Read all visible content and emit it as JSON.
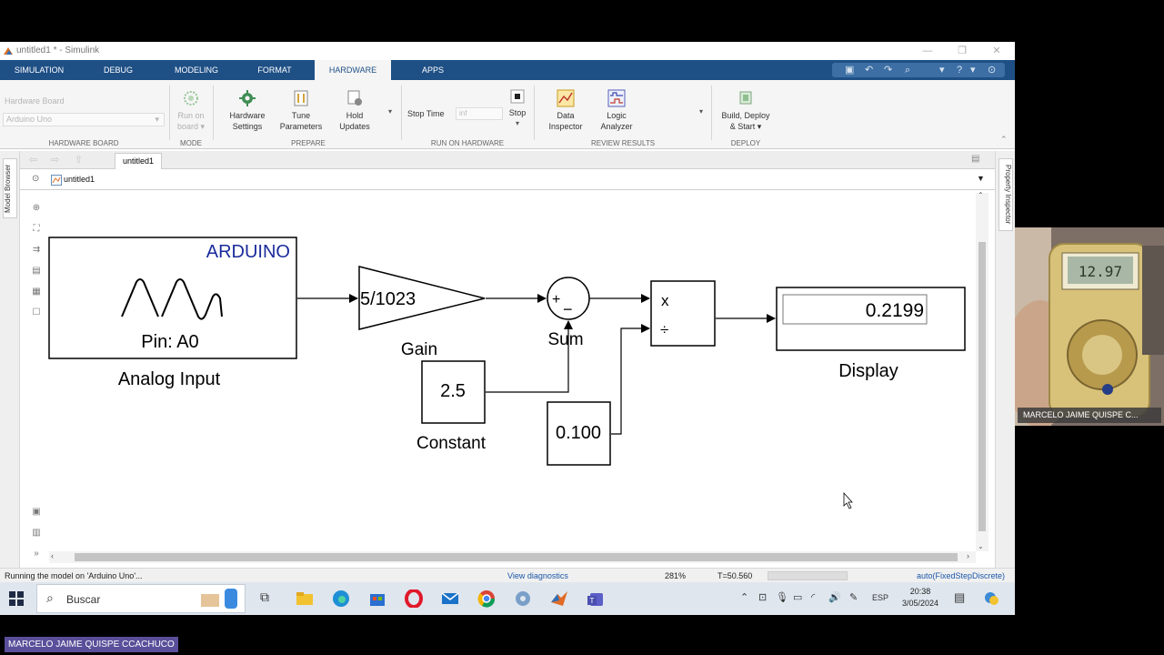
{
  "window": {
    "title": "untitled1 * - Simulink",
    "minimize": "—",
    "restore": "❐",
    "close": "✕"
  },
  "ribbon_tabs": [
    "SIMULATION",
    "DEBUG",
    "MODELING",
    "FORMAT",
    "HARDWARE",
    "APPS"
  ],
  "active_tab": "HARDWARE",
  "quick_access": [
    "▣",
    "↶",
    "↷",
    "⌕",
    "▾",
    "?",
    "▾",
    "⊙"
  ],
  "ribbon": {
    "hardware_board_label": "Hardware Board",
    "hardware_board_value": "Arduino Uno",
    "run_on_board": [
      "Run on",
      "board ▾"
    ],
    "hardware_settings": [
      "Hardware",
      "Settings"
    ],
    "tune_parameters": [
      "Tune",
      "Parameters"
    ],
    "hold_updates": [
      "Hold",
      "Updates"
    ],
    "stop_time_label": "Stop Time",
    "stop_time_value": "inf",
    "stop": "Stop",
    "data_inspector": [
      "Data",
      "Inspector"
    ],
    "logic_analyzer": [
      "Logic",
      "Analyzer"
    ],
    "build_deploy": [
      "Build, Deploy",
      "& Start ▾"
    ],
    "groups": {
      "hardware_board": "HARDWARE BOARD",
      "mode": "MODE",
      "prepare": "PREPARE",
      "run_on_hardware": "RUN ON HARDWARE",
      "review_results": "REVIEW RESULTS",
      "deploy": "DEPLOY"
    }
  },
  "model_tab": "untitled1",
  "breadcrumb": "untitled1",
  "side_panels": {
    "left": "Model Browser",
    "right": "Property Inspector"
  },
  "diagram": {
    "arduino_block": {
      "brand": "ARDUINO",
      "pin": "Pin: A0",
      "name": "Analog Input"
    },
    "gain_block": {
      "value": "5/1023",
      "name": "Gain"
    },
    "sum_block": {
      "plus": "+",
      "minus": "−",
      "name": "Sum"
    },
    "constant_block": {
      "value": "2.5",
      "name": "Constant"
    },
    "constant2_block": {
      "value": "0.100"
    },
    "product_block": {
      "multiply": "x",
      "divide": "÷"
    },
    "display_block": {
      "value": "0.2199",
      "name": "Display"
    }
  },
  "status": {
    "message": "Running the model on 'Arduino Uno'...",
    "diagnostics": "View diagnostics",
    "zoom": "281%",
    "time": "T=50.560",
    "solver": "auto(FixedStepDiscrete)"
  },
  "webcam": {
    "participant": "MARCELO JAIME QUISPE C...",
    "meter_reading": "12.97"
  },
  "taskbar": {
    "search_placeholder": "Buscar",
    "language": "ESP",
    "time": "20:38",
    "date": "3/05/2024"
  },
  "presenter_label": "MARCELO JAIME QUISPE CCACHUCO",
  "colors": {
    "ribbon_tab_bar": "#1e4f85",
    "arduino_brand": "#1a2b9c",
    "diagnostics_link": "#1a57a8",
    "presenter_label_bg": "#5a4f9a"
  }
}
